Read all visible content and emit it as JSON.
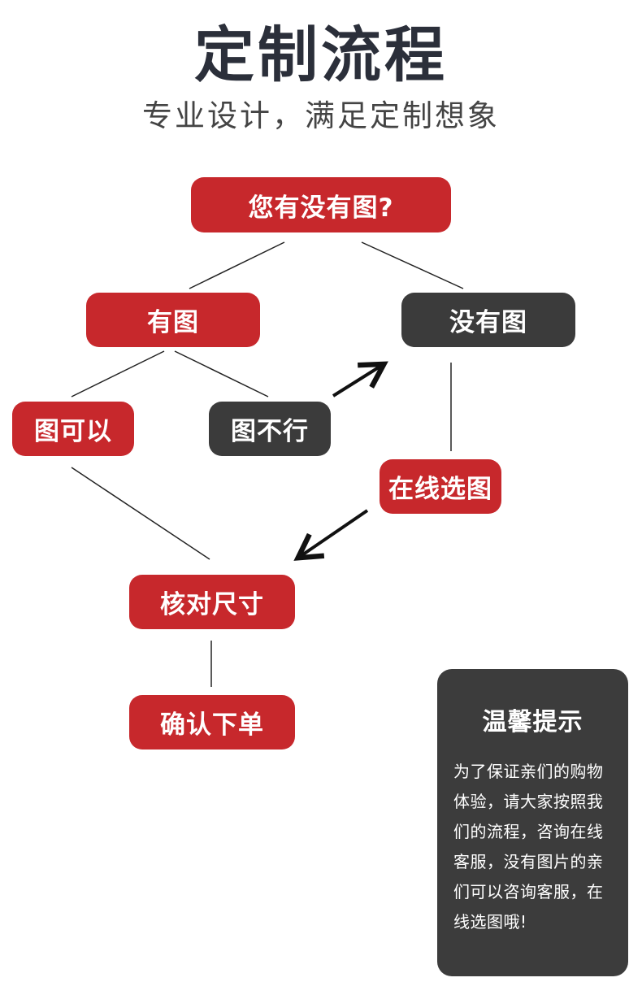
{
  "header": {
    "title": "定制流程",
    "subtitle": "专业设计，满足定制想象"
  },
  "flow": {
    "question": "您有没有图?",
    "has_image": "有图",
    "no_image": "没有图",
    "image_ok": "图可以",
    "image_not_ok": "图不行",
    "online_select": "在线选图",
    "check_size": "核对尺寸",
    "confirm_order": "确认下单"
  },
  "tip": {
    "title": "温馨提示",
    "body": "为了保证亲们的购物体验，请大家按照我们的流程，咨询在线客服，没有图片的亲们可以咨询客服，在线选图哦!"
  },
  "colors": {
    "red": "#c7282c",
    "dark": "#3b3b3b",
    "title": "#2b2f3a"
  }
}
